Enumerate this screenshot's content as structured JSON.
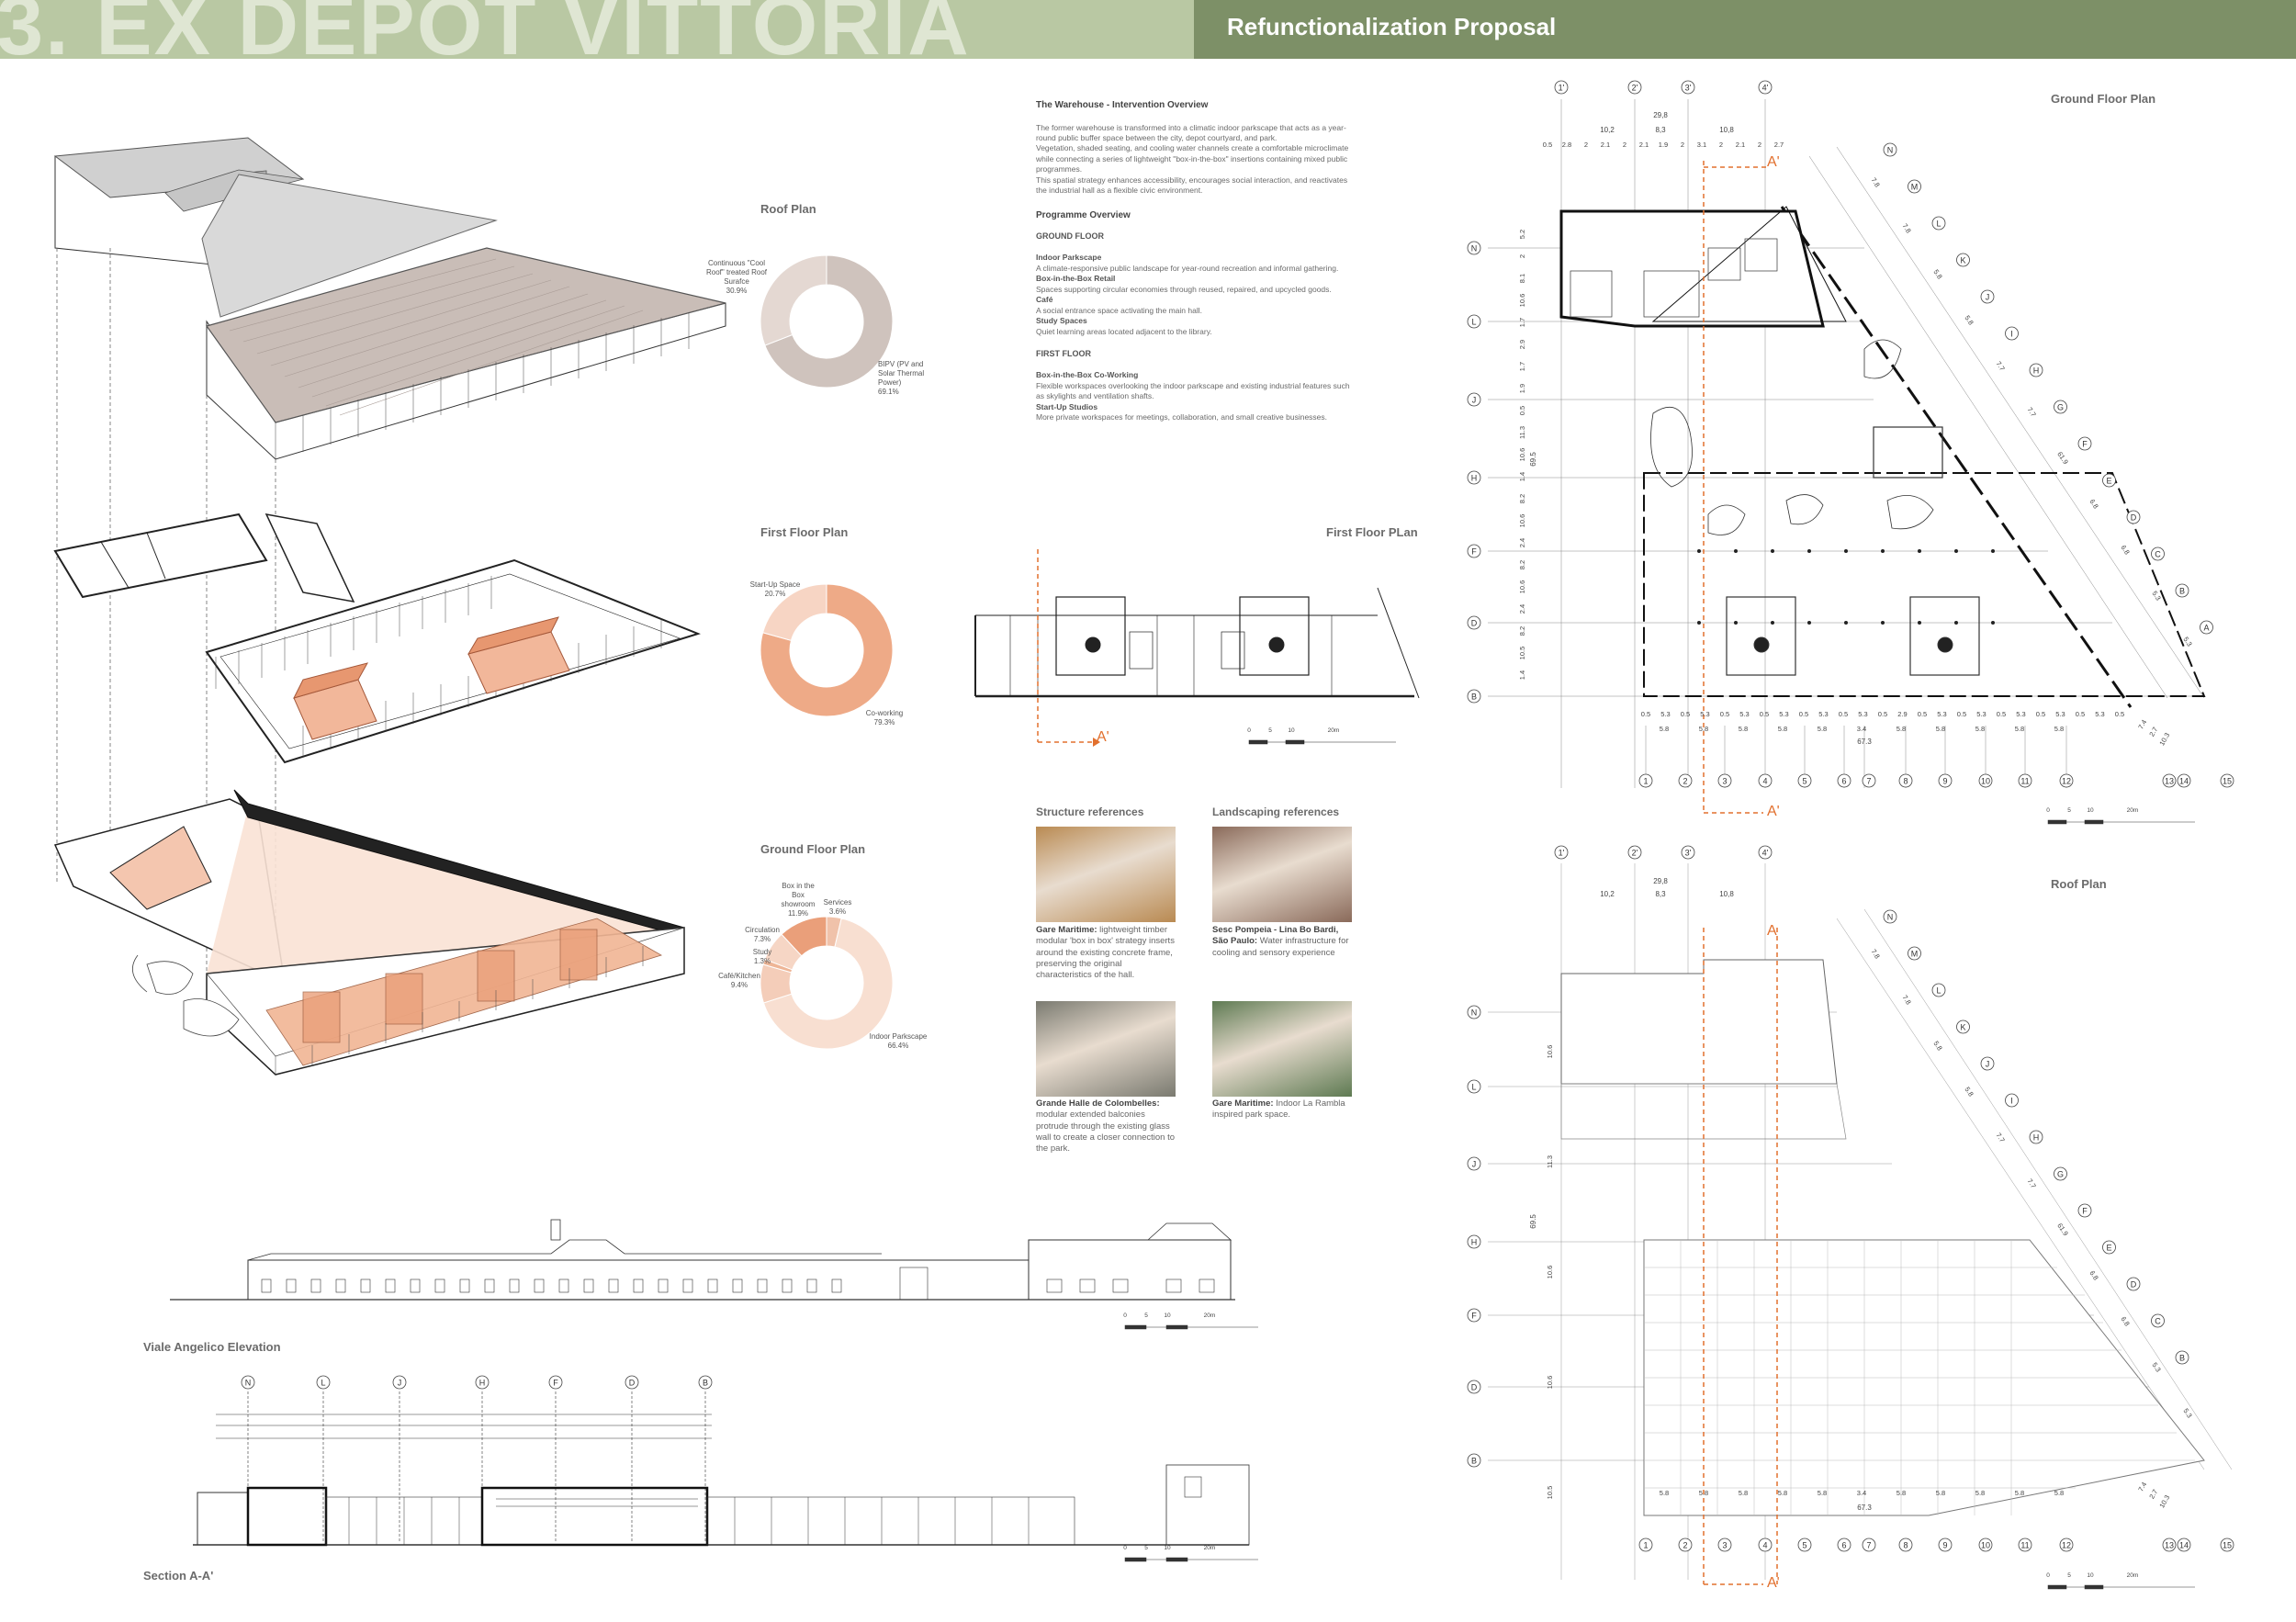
{
  "header": {
    "title": "3. EX DEPOT VITTORIA",
    "subtitle": "Refunctionalization Proposal"
  },
  "colors": {
    "header_light": "#b9c8a3",
    "header_dark": "#7d9067",
    "accent_orange": "#e8a07c",
    "accent_light": "#f6d9c8",
    "roof_grey": "#c9bdb7",
    "section_line": "#e2702e"
  },
  "overview": {
    "title": "The Warehouse - Intervention Overview",
    "paragraph1": "The former warehouse is transformed into a climatic indoor parkscape that acts as a year-round public buffer space between the city, depot courtyard, and park.",
    "paragraph2": "Vegetation, shaded seating, and cooling water channels create a comfortable microclimate while connecting a series of lightweight \"box-in-the-box\" insertions containing mixed public programmes.",
    "paragraph3": "This spatial strategy enhances accessibility, encourages social interaction, and reactivates the industrial hall as a flexible civic environment.",
    "programme_title": "Programme Overview",
    "ground_floor": "GROUND FLOOR",
    "gf_items": [
      {
        "name": "Indoor Parkscape",
        "desc": "A climate-responsive public landscape for year-round recreation and informal gathering."
      },
      {
        "name": "Box-in-the-Box Retail",
        "desc": "Spaces supporting circular economies through reused, repaired, and upcycled goods."
      },
      {
        "name": "Café",
        "desc": "A social entrance space activating the main hall."
      },
      {
        "name": "Study Spaces",
        "desc": "Quiet learning areas located adjacent to the library."
      }
    ],
    "first_floor": "FIRST FLOOR",
    "ff_items": [
      {
        "name": "Box-in-the-Box Co-Working",
        "desc": "Flexible workspaces overlooking the indoor parkscape and existing industrial features such as skylights and ventilation shafts."
      },
      {
        "name": "Start-Up Studios",
        "desc": "More private workspaces for meetings, collaboration, and small creative businesses."
      }
    ]
  },
  "labels": {
    "roof_plan": "Roof Plan",
    "first_floor_plan": "First Floor Plan",
    "ground_floor_plan": "Ground Floor Plan",
    "first_floor_plan_drawing": "First Floor PLan",
    "gf_plan_right": "Ground Floor Plan",
    "roof_plan_right": "Roof Plan",
    "elevation": "Viale Angelico Elevation",
    "section": "Section A-A'",
    "structure_refs": "Structure references",
    "landscaping_refs": "Landscaping references",
    "section_mark": "A'",
    "section_mark_a": "A"
  },
  "references": [
    {
      "name": "Gare Maritime:",
      "desc": "lightweight timber modular 'box in box' strategy inserts around the existing concrete frame, preserving the original characteristics of the hall.",
      "color": "#b98a52"
    },
    {
      "name": "Sesc Pompeia - Lina Bo Bardi, São Paulo:",
      "desc": "Water infrastructure for cooling and sensory experience",
      "color": "#8a6a5a"
    },
    {
      "name": "Grande Halle de Colombelles:",
      "desc": "modular extended balconies protrude through the existing glass wall to create a closer connection to the park.",
      "color": "#7a7a70"
    },
    {
      "name": "Gare Maritime:",
      "desc": "Indoor La Rambla inspired park space.",
      "color": "#5e7a52"
    }
  ],
  "chart_data": [
    {
      "type": "pie",
      "title": "Roof Plan",
      "donut": true,
      "slices": [
        {
          "label": "BIPV (PV and Solar Thermal Power)",
          "value": 69.1,
          "color": "#cfc3bd"
        },
        {
          "label": "Continuous \"Cool Roof\" treated Roof Surafce",
          "value": 30.9,
          "color": "#e4d8d2"
        }
      ],
      "label_text": [
        {
          "name": "Continuous \"Cool Roof\" treated Roof Surafce",
          "pct": "30.9%"
        },
        {
          "name": "BIPV (PV and Solar Thermal Power)",
          "pct": "69.1%"
        }
      ]
    },
    {
      "type": "pie",
      "title": "First Floor Plan",
      "donut": true,
      "slices": [
        {
          "label": "Co-working",
          "value": 79.3,
          "color": "#eeaa87"
        },
        {
          "label": "Start-Up Space",
          "value": 20.7,
          "color": "#f7d5c4"
        }
      ],
      "label_text": [
        {
          "name": "Start-Up Space",
          "pct": "20.7%"
        },
        {
          "name": "Co-working",
          "pct": "79.3%"
        }
      ]
    },
    {
      "type": "pie",
      "title": "Ground Floor Plan",
      "donut": true,
      "slices": [
        {
          "label": "Services",
          "value": 3.6,
          "color": "#f0c2aa"
        },
        {
          "label": "Indoor Parkscape",
          "value": 66.4,
          "color": "#f8dfd1"
        },
        {
          "label": "Café/Kitchen",
          "value": 9.4,
          "color": "#f4cdb9"
        },
        {
          "label": "Study",
          "value": 1.3,
          "color": "#eeb596"
        },
        {
          "label": "Circulation",
          "value": 7.3,
          "color": "#f6d6c5"
        },
        {
          "label": "Box in the Box showroom",
          "value": 11.9,
          "color": "#ea9f7a"
        }
      ],
      "label_text": [
        {
          "name": "Box in the Box showroom",
          "pct": "11.9%"
        },
        {
          "name": "Services",
          "pct": "3.6%"
        },
        {
          "name": "Circulation",
          "pct": "7.3%"
        },
        {
          "name": "Study",
          "pct": "1.3%"
        },
        {
          "name": "Café/Kitchen",
          "pct": "9.4%"
        },
        {
          "name": "Indoor Parkscape",
          "pct": "66.4%"
        }
      ]
    }
  ],
  "grid": {
    "rows_gf": [
      "N",
      "L",
      "J",
      "H",
      "F",
      "D",
      "B"
    ],
    "cols": [
      "1",
      "2",
      "3",
      "4",
      "5",
      "6",
      "7",
      "8",
      "9",
      "10",
      "11",
      "12",
      "13",
      "14",
      "15"
    ],
    "top_cols": [
      "1'",
      "2'",
      "3'",
      "4'"
    ],
    "diag_labels": [
      "N",
      "M",
      "L",
      "K",
      "J",
      "I",
      "H",
      "G",
      "F",
      "E",
      "D",
      "C",
      "B",
      "A"
    ],
    "top_dims_total": "29,8",
    "top_dims": [
      "10,2",
      "8,3",
      "10,8"
    ],
    "top_small_dims": [
      "0.5",
      "2.8",
      "2",
      "2.1",
      "2",
      "2.1",
      "1.9",
      "2",
      "3.1",
      "2",
      "2.1",
      "2",
      "2.7"
    ],
    "left_dims": [
      "5.2",
      "2",
      "8.1",
      "10.6",
      "1.7",
      "2.9",
      "1.7",
      "1.9",
      "0.5",
      "11.3",
      "10.6",
      "1.4",
      "8.2",
      "10.6",
      "2.4",
      "8.2",
      "10.6",
      "2.4",
      "8.2",
      "10.5",
      "1.4"
    ],
    "left_total": "69.5",
    "bottom_dims_small": [
      "0.5",
      "5.3",
      "0.5",
      "5.3",
      "0.5",
      "5.3",
      "0.5",
      "5.3",
      "0.5",
      "5.3",
      "0.5",
      "5.3",
      "0.5",
      "2.9",
      "0.5",
      "5.3",
      "0.5",
      "5.3",
      "0.5",
      "5.3",
      "0.5",
      "5.3",
      "0.5",
      "5.3",
      "0.5"
    ],
    "bottom_dims": [
      "5.8",
      "5.8",
      "5.8",
      "5.8",
      "5.8",
      "3.4",
      "5.8",
      "5.8",
      "5.8",
      "5.8",
      "5.8"
    ],
    "bottom_total": "67.3",
    "diag_dims": [
      "7.8",
      "7.8",
      "5.8",
      "5.8",
      "7.7",
      "7.7",
      "61.9",
      "6.8",
      "6.8",
      "5.3",
      "5.3"
    ],
    "corner_dims": [
      "7.4",
      "2.7",
      "10.3"
    ],
    "section_cols": [
      "N",
      "L",
      "J",
      "H",
      "F",
      "D",
      "B"
    ],
    "scale_labels": [
      "0",
      "5",
      "10",
      "20m"
    ]
  }
}
